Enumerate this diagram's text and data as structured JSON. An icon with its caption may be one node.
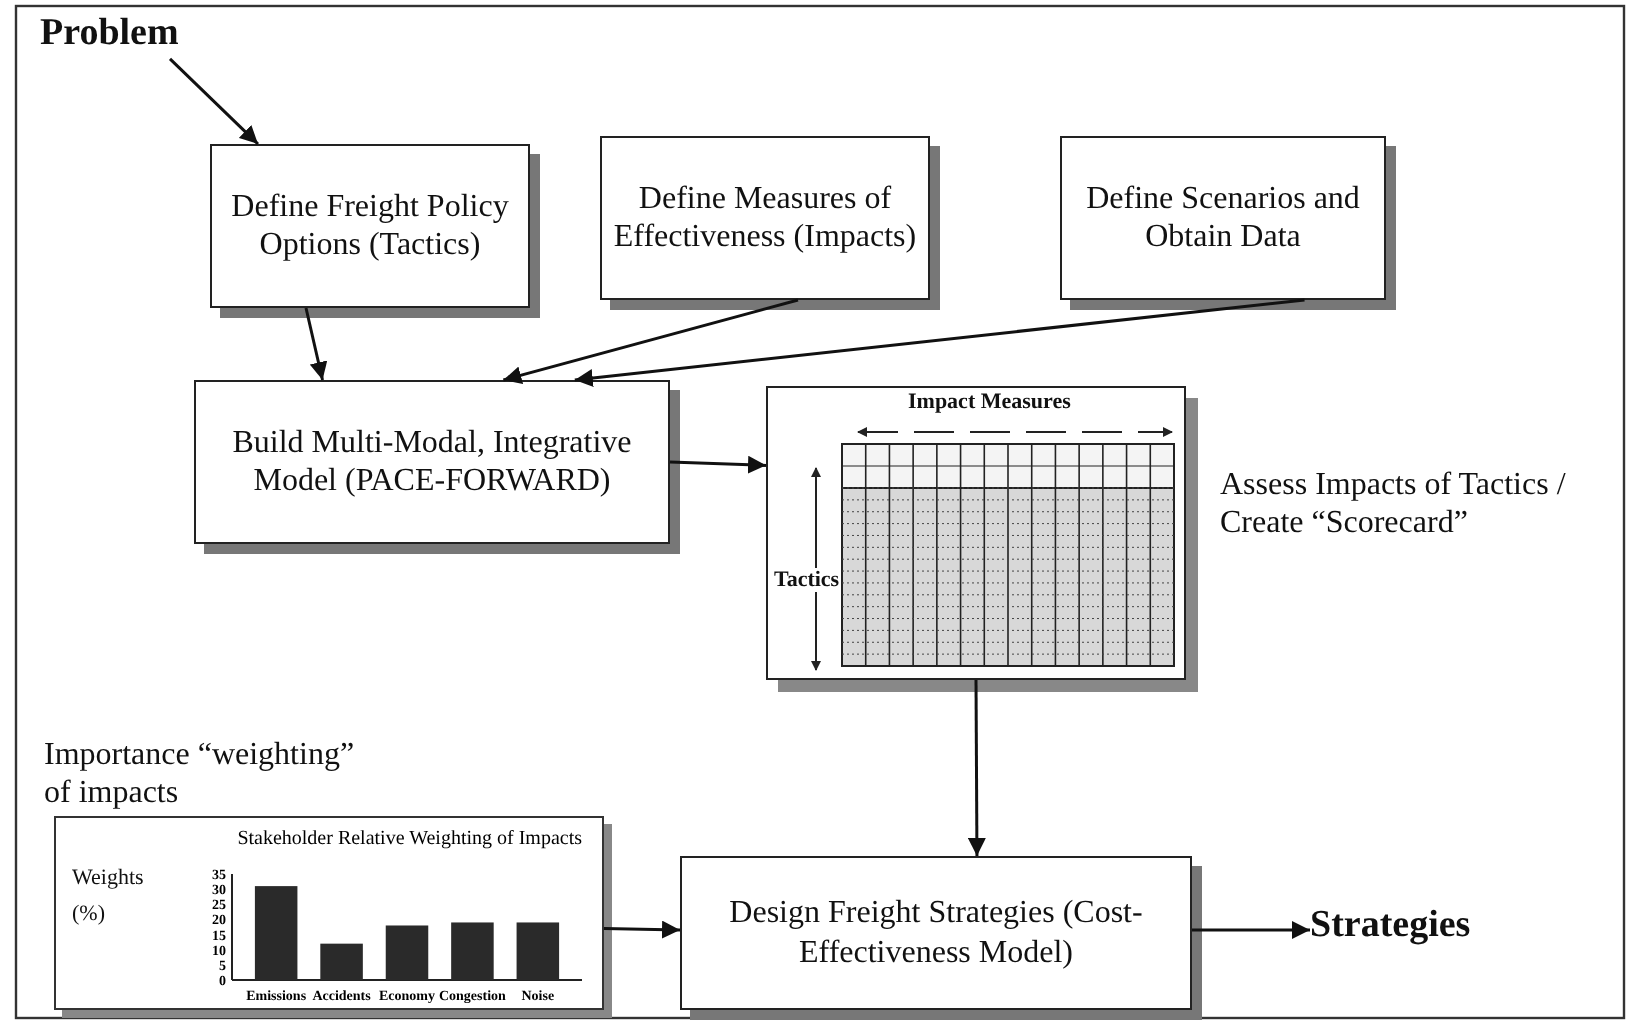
{
  "diagram": {
    "nodes": [
      {
        "text": [
          "Problem"
        ]
      },
      {
        "text": [
          "Define Freight Policy Options (Tactics)"
        ]
      },
      {
        "text": [
          "Define Measures of Effectiveness (Impacts)"
        ]
      },
      {
        "text": [
          "Define Scenarios and Obtain Data"
        ]
      },
      {
        "text": [
          "Build Multi-Modal, Integrative Model (PACE-FORWARD)"
        ]
      },
      {
        "text": [
          "Impact Measures",
          "Tactics"
        ],
        "beside": [
          "Assess Impacts of Tactics / Create “Scorecard”"
        ]
      },
      {
        "text": [],
        "shape": "box",
        "beside": [
          "Importance “weighting” of impacts"
        ]
      },
      {
        "text": [
          "Design Freight Strategies (Cost-Effectiveness Model)"
        ]
      },
      {
        "text": [
          "Strategies"
        ]
      }
    ],
    "edges": [
      {
        "from": 0,
        "to": 1,
        "arrow": "to"
      },
      {
        "from": 1,
        "to": 4,
        "arrow": "to"
      },
      {
        "from": 2,
        "to": 4,
        "arrow": "to"
      },
      {
        "from": 3,
        "to": 4,
        "arrow": "to"
      },
      {
        "from": 4,
        "to": 5,
        "arrow": "to"
      },
      {
        "from": 5,
        "to": 7,
        "arrow": "to"
      },
      {
        "from": 6,
        "to": 7,
        "arrow": "to"
      },
      {
        "from": 7,
        "to": 8,
        "arrow": "to"
      }
    ],
    "chart_data": {
      "type": "bar",
      "title": "Stakeholder Relative Weighting of Impacts",
      "ylabel": "Weights (%)",
      "categories": [
        "Emissions",
        "Accidents",
        "Economy",
        "Congestion",
        "Noise"
      ],
      "values": [
        31,
        12,
        18,
        19,
        19
      ],
      "ylim": [
        0,
        35
      ],
      "yticks": [
        0,
        5,
        10,
        15,
        20,
        25,
        30,
        35
      ]
    }
  }
}
